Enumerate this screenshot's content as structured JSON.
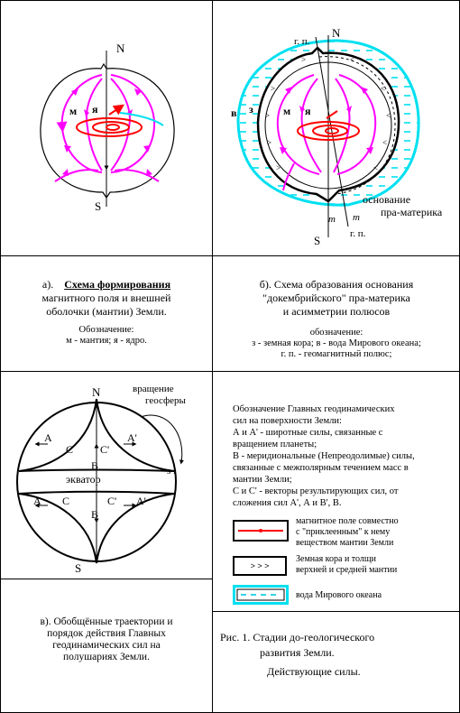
{
  "panel_a": {
    "labels": {
      "n": "N",
      "s": "S",
      "m": "м",
      "ya": "я"
    },
    "caption_prefix": "а).",
    "caption_title": "Схема формирования",
    "caption_line2": "магнитного поля и внешней",
    "caption_line3": "оболочки (мантии) Земли.",
    "legend_title": "Обозначение:",
    "legend_text": "м - мантия; я - ядро."
  },
  "panel_b": {
    "labels": {
      "n": "N",
      "s": "S",
      "gp_top": "г. п.",
      "gp_bottom": "г. п.",
      "v": "в",
      "z": "з",
      "m": "м",
      "ya": "я",
      "m_small_1": "m",
      "m_small_2": "m",
      "basis_1": "основание",
      "basis_2": "пра-материка"
    },
    "caption_line1": "б). Схема образования основания",
    "caption_line2": "\"докембрийского\" пра-материка",
    "caption_line3": "и асимметрии полюсов",
    "legend_title": "обозначение:",
    "legend_line1": "з - земная кора; в - вода Мирового океана;",
    "legend_line2": "г. п. - геомагнитный полюс;"
  },
  "panel_c": {
    "labels": {
      "n": "N",
      "s": "S",
      "rot_1": "вращение",
      "rot_2": "геосферы",
      "a": "A",
      "a_prime": "A'",
      "c": "C",
      "c_prime": "C'",
      "b": "B",
      "equator": "экватор",
      "si": "s i"
    },
    "caption_line1": "в). Обобщённые траектории и",
    "caption_line2": "порядок действия Главных",
    "caption_line3": "геодинамических сил на",
    "caption_line4": "полушариях  Земли."
  },
  "legend_d": {
    "title_1": "Обозначение  Главных геодинамических",
    "title_2": "сил на поверхности Земли:",
    "lines": [
      "А и А' - широтные силы, связанные с",
      "вращением планеты;",
      "В - меридиональные (Непреодолимые) силы,",
      "связанные с межполярным течением масс в",
      "мантии Земли;",
      "С и С' - векторы результирующих сил, от",
      "сложения сил А', А и В', В."
    ],
    "item_field": [
      "магнитное поле совместно",
      "с \"приклеенным\" к нему",
      "веществом мантии Земли"
    ],
    "item_crust": [
      "Земная кора и толщи",
      "верхней и средней мантии"
    ],
    "item_water": [
      "вода Мирового океана"
    ],
    "crust_glyphs": ">  >  >"
  },
  "figure_caption": {
    "line1": "Рис. 1.  Стадии до-геологического",
    "line2": "развития Земли.",
    "line3": "Действующие силы."
  },
  "colors": {
    "magenta": "#ff00ff",
    "red": "#ff0000",
    "cyan": "#00e0f0",
    "black": "#000000"
  }
}
